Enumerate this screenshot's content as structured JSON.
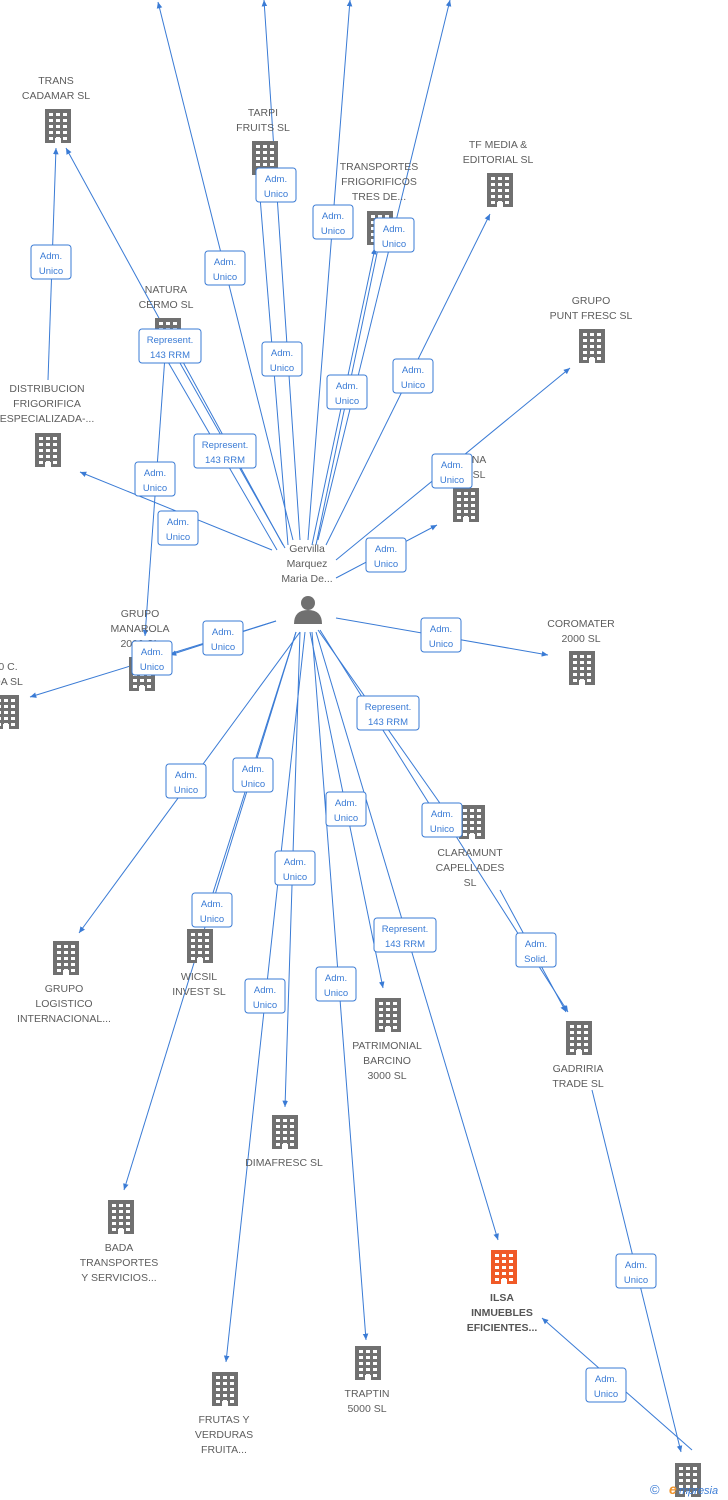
{
  "center": {
    "name_lines": [
      "Gervilla",
      "Marquez",
      "Maria De..."
    ]
  },
  "nodes": [
    {
      "id": "trans_cadamar",
      "lines": [
        "TRANS",
        "CADAMAR SL"
      ]
    },
    {
      "id": "tarpi",
      "lines": [
        "TARPI",
        "FRUITS  SL"
      ]
    },
    {
      "id": "transportes_frigorificos",
      "lines": [
        "TRANSPORTES",
        "FRIGORIFICOS",
        "TRES DE..."
      ]
    },
    {
      "id": "tf_media",
      "lines": [
        "TF MEDIA &",
        "EDITORIAL  SL"
      ]
    },
    {
      "id": "grupo_punt_fresc",
      "lines": [
        "GRUPO",
        "PUNT FRESC SL"
      ]
    },
    {
      "id": "natura_cermo",
      "lines": [
        "NATURA",
        "CERMO  SL"
      ]
    },
    {
      "id": "distribucion",
      "lines": [
        "DISTRIBUCION",
        "FRIGORIFICA",
        "ESPECIALIZADA-..."
      ]
    },
    {
      "id": "na_sl",
      "lines": [
        "NA",
        "SL"
      ]
    },
    {
      "id": "grupo_manarola",
      "lines": [
        "GRUPO",
        "MANAROLA",
        "2000  SL"
      ]
    },
    {
      "id": "c_da_sl",
      "lines": [
        "0 C.",
        "DA  SL"
      ]
    },
    {
      "id": "coromater",
      "lines": [
        "COROMATER",
        "2000  SL"
      ]
    },
    {
      "id": "claramunt",
      "lines": [
        "CLARAMUNT",
        "CAPELLADES",
        "SL"
      ]
    },
    {
      "id": "grupo_logistico",
      "lines": [
        "GRUPO",
        "LOGISTICO",
        "INTERNACIONAL..."
      ]
    },
    {
      "id": "wicsil",
      "lines": [
        "WICSIL",
        "INVEST  SL"
      ]
    },
    {
      "id": "patrimonial",
      "lines": [
        "PATRIMONIAL",
        "BARCINO",
        "3000  SL"
      ]
    },
    {
      "id": "gadriria",
      "lines": [
        "GADRIRIA",
        "TRADE  SL"
      ]
    },
    {
      "id": "dimafresc",
      "lines": [
        "DIMAFRESC SL"
      ]
    },
    {
      "id": "bada",
      "lines": [
        "BADA",
        "TRANSPORTES",
        "Y SERVICIOS..."
      ]
    },
    {
      "id": "ilsa",
      "lines": [
        "ILSA",
        "INMUEBLES",
        "EFICIENTES..."
      ],
      "highlight": true
    },
    {
      "id": "frutas",
      "lines": [
        "FRUTAS Y",
        "VERDURAS",
        "FRUITA..."
      ]
    },
    {
      "id": "traptin",
      "lines": [
        "TRAPTIN",
        "5000  SL"
      ]
    },
    {
      "id": "bottom_right",
      "lines": []
    }
  ],
  "edge_labels": [
    {
      "id": "e1",
      "lines": [
        "Adm.",
        "Unico"
      ]
    },
    {
      "id": "e2",
      "lines": [
        "Adm.",
        "Unico"
      ]
    },
    {
      "id": "e3",
      "lines": [
        "Adm.",
        "Unico"
      ]
    },
    {
      "id": "e4",
      "lines": [
        "Adm.",
        "Unico"
      ]
    },
    {
      "id": "e5",
      "lines": [
        "Adm.",
        "Unico"
      ]
    },
    {
      "id": "e6",
      "lines": [
        "Adm.",
        "Unico"
      ]
    },
    {
      "id": "e7",
      "lines": [
        "Represent.",
        "143 RRM"
      ]
    },
    {
      "id": "e8",
      "lines": [
        "Represent.",
        "143 RRM"
      ]
    },
    {
      "id": "e9",
      "lines": [
        "Adm.",
        "Unico"
      ]
    },
    {
      "id": "e10",
      "lines": [
        "Adm.",
        "Unico"
      ]
    },
    {
      "id": "e11",
      "lines": [
        "Adm.",
        "Unico"
      ]
    },
    {
      "id": "e12",
      "lines": [
        "Adm.",
        "Unico"
      ]
    },
    {
      "id": "e13",
      "lines": [
        "Adm.",
        "Unico"
      ]
    },
    {
      "id": "e14",
      "lines": [
        "Adm.",
        "Unico"
      ]
    },
    {
      "id": "e15",
      "lines": [
        "Adm.",
        "Unico"
      ]
    },
    {
      "id": "e16",
      "lines": [
        "Adm.",
        "Unico"
      ]
    },
    {
      "id": "e17",
      "lines": [
        "Adm.",
        "Unico"
      ]
    },
    {
      "id": "e18",
      "lines": [
        "Represent.",
        "143 RRM"
      ]
    },
    {
      "id": "e19",
      "lines": [
        "Adm.",
        "Unico"
      ]
    },
    {
      "id": "e20",
      "lines": [
        "Adm.",
        "Unico"
      ]
    },
    {
      "id": "e21",
      "lines": [
        "Adm.",
        "Unico"
      ]
    },
    {
      "id": "e22",
      "lines": [
        "Adm.",
        "Unico"
      ]
    },
    {
      "id": "e23",
      "lines": [
        "Adm.",
        "Unico"
      ]
    },
    {
      "id": "e24",
      "lines": [
        "Adm.",
        "Unico"
      ]
    },
    {
      "id": "e25",
      "lines": [
        "Adm.",
        "Unico"
      ]
    },
    {
      "id": "e26",
      "lines": [
        "Adm.",
        "Unico"
      ]
    },
    {
      "id": "e27",
      "lines": [
        "Represent.",
        "143 RRM"
      ]
    },
    {
      "id": "e28",
      "lines": [
        "Adm.",
        "Solid."
      ]
    },
    {
      "id": "e29",
      "lines": [
        "Adm.",
        "Unico"
      ]
    },
    {
      "id": "e30",
      "lines": [
        "Adm.",
        "Unico"
      ]
    },
    {
      "id": "e31",
      "lines": [
        "Adm.",
        "Unico"
      ]
    },
    {
      "id": "e32",
      "lines": [
        "Adm.",
        "Unico"
      ]
    }
  ],
  "watermark": {
    "copyright": "©",
    "brand_initial": "e",
    "brand_rest": "mpresia"
  },
  "colors": {
    "edge": "#3a7bd5",
    "building": "#707070",
    "highlight": "#f05a28",
    "person": "#707070"
  }
}
